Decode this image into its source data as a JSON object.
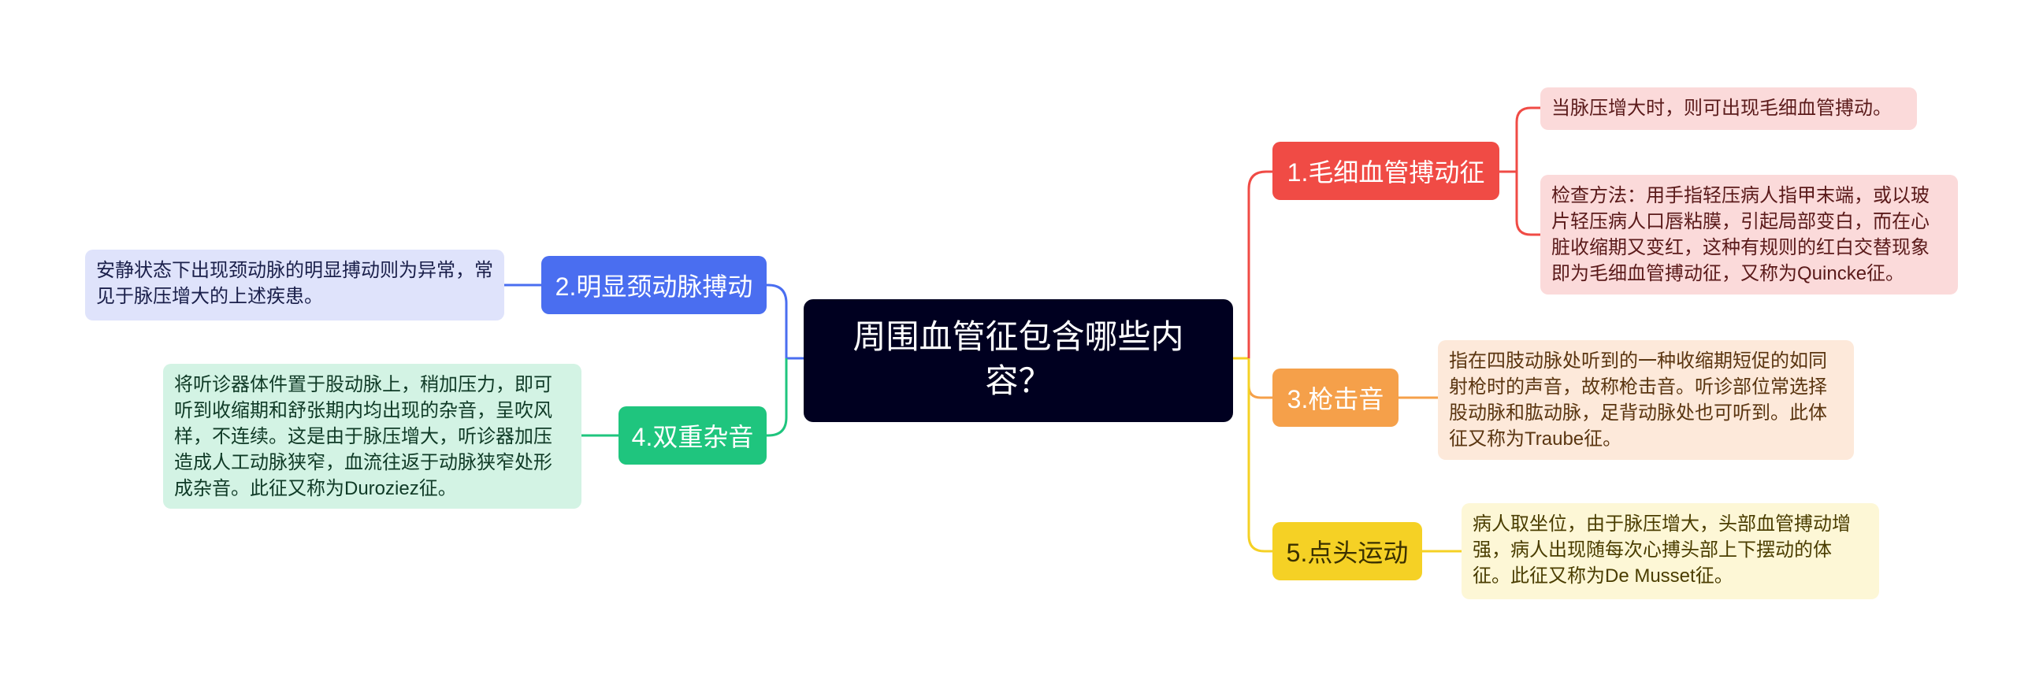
{
  "root": {
    "title": "周围血管征包含哪些内容？"
  },
  "branches": [
    {
      "label": "1.毛细血管搏动征",
      "color": "#f04b45",
      "leaves": [
        "当脉压增大时，则可出现毛细血管搏动。",
        "检查方法：用手指轻压病人指甲末端，或以玻片轻压病人口唇粘膜，引起局部变白，而在心脏收缩期又变红，这种有规则的红白交替现象即为毛细血管搏动征，又称为Quincke征。"
      ]
    },
    {
      "label": "2.明显颈动脉搏动",
      "color": "#4a6ef0",
      "leaves": [
        "安静状态下出现颈动脉的明显搏动则为异常，常见于脉压增大的上述疾患。"
      ]
    },
    {
      "label": "3.枪击音",
      "color": "#f5a04a",
      "leaves": [
        "指在四肢动脉处听到的一种收缩期短促的如同射枪时的声音，故称枪击音。听诊部位常选择股动脉和肱动脉，足背动脉处也可听到。此体征又称为Traube征。"
      ]
    },
    {
      "label": "4.双重杂音",
      "color": "#1fc57e",
      "leaves": [
        "将听诊器体件置于股动脉上，稍加压力，即可听到收缩期和舒张期内均出现的杂音，呈吹风样，不连续。这是由于脉压增大，听诊器加压造成人工动脉狭窄，血流往返于动脉狭窄处形成杂音。此征又称为Duroziez征。"
      ]
    },
    {
      "label": "5.点头运动",
      "color": "#f5d125",
      "leaves": [
        "病人取坐位，由于脉压增大，头部血管搏动增强，病人出现随每次心搏头部上下摆动的体征。此征又称为De Musset征。"
      ]
    }
  ]
}
